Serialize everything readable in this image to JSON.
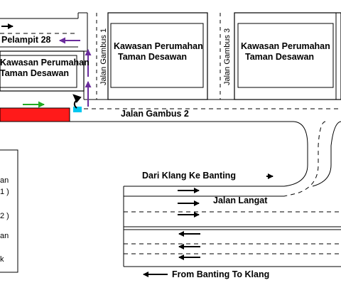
{
  "blocks": {
    "left_line1": "Kawasan Perumahan",
    "left_line2": "Taman Desawan",
    "mid_line1": "Kawasan Perumahan",
    "mid_line2": "Taman Desawan",
    "right_line1": "Kawasan Perumahan",
    "right_line2": "Taman Desawan"
  },
  "roads": {
    "pelampit": "Pelampit 28",
    "gambus1": "Jalan Gambus 1",
    "gambus2": "Jalan Gambus 2",
    "gambus3": "Jalan Gambus 3",
    "langat": "Jalan Langat",
    "klang_to_banting": "Dari Klang Ke Banting",
    "banting_to_klang": "From Banting To Klang"
  },
  "legend": {
    "items": [
      "an",
      "1 )",
      "2 )",
      "an",
      "k"
    ]
  },
  "colors": {
    "red_bar": "#ff1a1a",
    "green_arrow": "#22aa22",
    "purple_arrow": "#6a2c9c",
    "cyan_marker": "#00c8f0",
    "line": "#000000"
  }
}
